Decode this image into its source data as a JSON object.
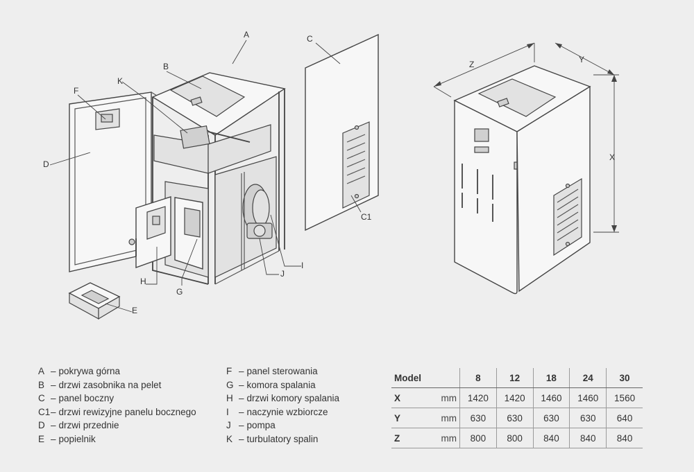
{
  "callouts": {
    "A": "A",
    "B": "B",
    "C": "C",
    "C1": "C1",
    "D": "D",
    "E": "E",
    "F": "F",
    "G": "G",
    "H": "H",
    "I": "I",
    "J": "J",
    "K": "K",
    "X": "X",
    "Y": "Y",
    "Z": "Z"
  },
  "legend_left": [
    {
      "key": "A",
      "sep": "–",
      "text": "pokrywa górna"
    },
    {
      "key": "B",
      "sep": "–",
      "text": "drzwi zasobnika na pelet"
    },
    {
      "key": "C",
      "sep": "–",
      "text": "panel boczny"
    },
    {
      "key": "C1",
      "sep": "–",
      "text": "drzwi rewizyjne panelu bocznego"
    },
    {
      "key": "D",
      "sep": "–",
      "text": "drzwi przednie"
    },
    {
      "key": "E",
      "sep": "–",
      "text": "popielnik"
    }
  ],
  "legend_right": [
    {
      "key": "F",
      "sep": "–",
      "text": "panel sterowania"
    },
    {
      "key": "G",
      "sep": "–",
      "text": "komora spalania"
    },
    {
      "key": "H",
      "sep": "–",
      "text": "drzwi komory spalania"
    },
    {
      "key": "I",
      "sep": "–",
      "text": "naczynie wzbiorcze"
    },
    {
      "key": "J",
      "sep": "–",
      "text": "pompa"
    },
    {
      "key": "K",
      "sep": "–",
      "text": "turbulatory spalin"
    }
  ],
  "table": {
    "header": {
      "label": "Model",
      "models": [
        "8",
        "12",
        "18",
        "24",
        "30"
      ]
    },
    "rows": [
      {
        "key": "X",
        "unit": "mm",
        "values": [
          "1420",
          "1420",
          "1460",
          "1460",
          "1560"
        ]
      },
      {
        "key": "Y",
        "unit": "mm",
        "values": [
          "630",
          "630",
          "630",
          "630",
          "640"
        ]
      },
      {
        "key": "Z",
        "unit": "mm",
        "values": [
          "800",
          "800",
          "840",
          "840",
          "840"
        ]
      }
    ]
  }
}
